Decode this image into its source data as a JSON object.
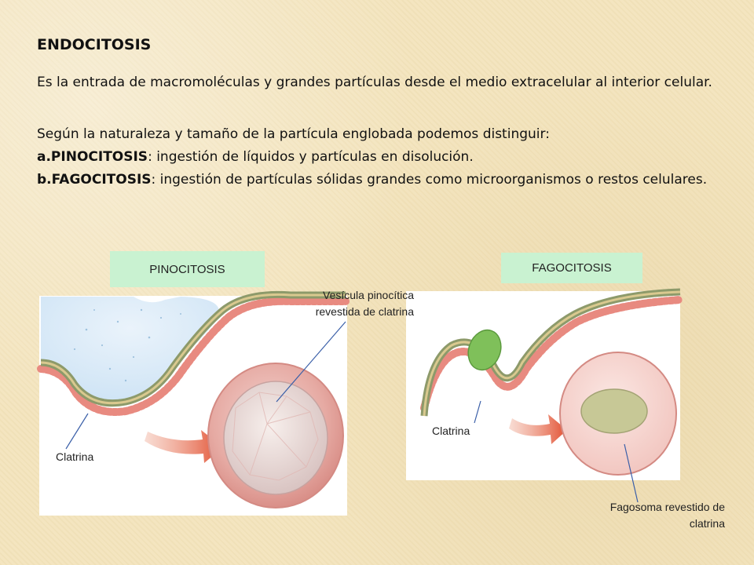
{
  "title": "ENDOCITOSIS",
  "intro": "Es la entrada de macromoléculas y grandes partículas desde el medio extracelular al interior celular.",
  "classification": {
    "lead": "Según la naturaleza y tamaño de la partícula englobada podemos distinguir:",
    "item_a_term": "a.PINOCITOSIS",
    "item_a_desc": ": ingestión de líquidos y partículas en disolución.",
    "item_b_term": "b.FAGOCITOSIS",
    "item_b_desc": ": ingestión de partículas sólidas grandes como microorganismos o restos celulares."
  },
  "diagrams": {
    "pinocitosis": {
      "heading": "PINOCITOSIS",
      "vesicle_label": "Vesícula pinocítica revestida de clatrina",
      "clathrin_label": "Clatrina"
    },
    "fagocitosis": {
      "heading": "FAGOCITOSIS",
      "clathrin_label": "Clatrina",
      "phagosome_label": "Fagosoma revestido de clatrina"
    }
  },
  "colors": {
    "tag_background": "#c9f2d1",
    "page_background": "#f3e4bd",
    "membrane": "#8d9a6a",
    "clathrin": "#e88a80",
    "arrow": "#e0573a",
    "vesicle": "#e8b3ad",
    "particle": "#7fc05a"
  }
}
